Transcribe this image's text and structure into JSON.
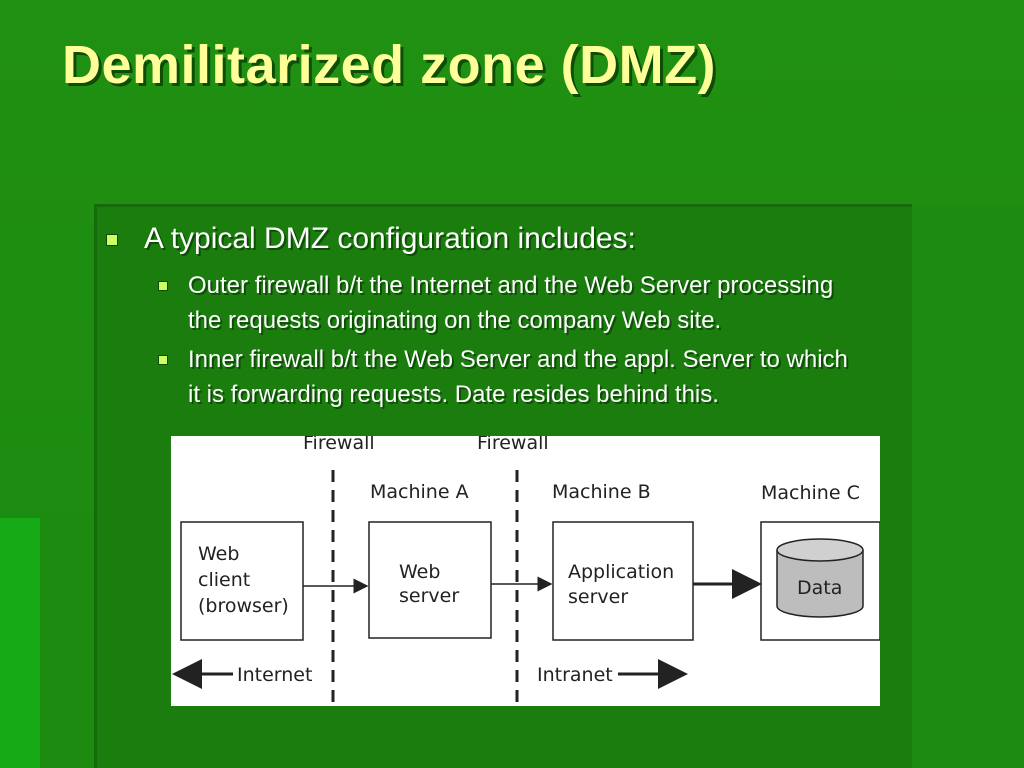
{
  "slide": {
    "title": "Demilitarized zone (DMZ)",
    "bullets": {
      "main": "A typical DMZ configuration includes:",
      "sub": [
        {
          "line1": "Outer firewall b/t the Internet and the Web Server processing",
          "line2": "the requests originating on the company Web site."
        },
        {
          "line1": "Inner firewall b/t the Web Server and the appl. Server to which",
          "line2": "it is forwarding requests.  Date resides behind this."
        }
      ]
    },
    "colors": {
      "title": "#ffff99",
      "bullet_marker": "#ccff66",
      "background": "#1d8a10"
    }
  },
  "diagram": {
    "firewalls": [
      "Firewall",
      "Firewall"
    ],
    "machines": [
      "Machine A",
      "Machine B",
      "Machine C"
    ],
    "boxes": {
      "client": [
        "Web",
        "client",
        "(browser)"
      ],
      "web": [
        "Web",
        "server"
      ],
      "app": [
        "Application",
        "server"
      ],
      "data": "Data"
    },
    "zones": [
      "Internet",
      "Intranet"
    ]
  }
}
